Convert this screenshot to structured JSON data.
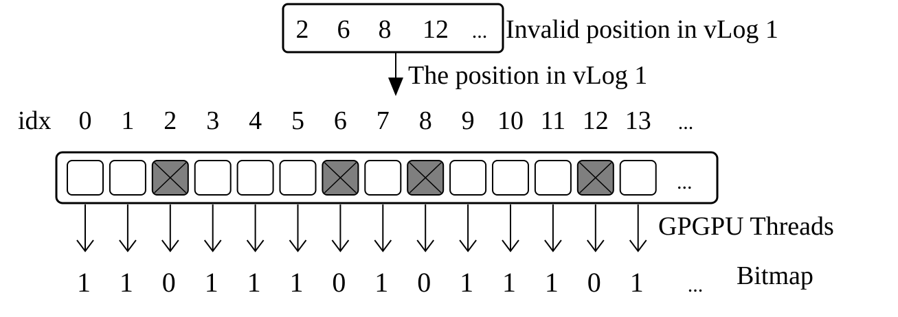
{
  "invalid_box": {
    "values": [
      "2",
      "6",
      "8",
      "12",
      "..."
    ],
    "label": "Invalid position in vLog 1"
  },
  "position_label": "The position in vLog 1",
  "idx_label": "idx",
  "indices": [
    "0",
    "1",
    "2",
    "3",
    "4",
    "5",
    "6",
    "7",
    "8",
    "9",
    "10",
    "11",
    "12",
    "13",
    "..."
  ],
  "cells": [
    {
      "invalid": false
    },
    {
      "invalid": false
    },
    {
      "invalid": true
    },
    {
      "invalid": false
    },
    {
      "invalid": false
    },
    {
      "invalid": false
    },
    {
      "invalid": true
    },
    {
      "invalid": false
    },
    {
      "invalid": true
    },
    {
      "invalid": false
    },
    {
      "invalid": false
    },
    {
      "invalid": false
    },
    {
      "invalid": true
    },
    {
      "invalid": false
    }
  ],
  "cells_ellipsis": "...",
  "threads_label": "GPGPU Threads",
  "bitmap_label": "Bitmap",
  "bitmap": [
    "1",
    "1",
    "0",
    "1",
    "1",
    "1",
    "0",
    "1",
    "0",
    "1",
    "1",
    "1",
    "0",
    "1",
    "..."
  ],
  "colors": {
    "invalid_fill": "#7f7f7f",
    "stroke": "#000000",
    "background": "#ffffff"
  }
}
